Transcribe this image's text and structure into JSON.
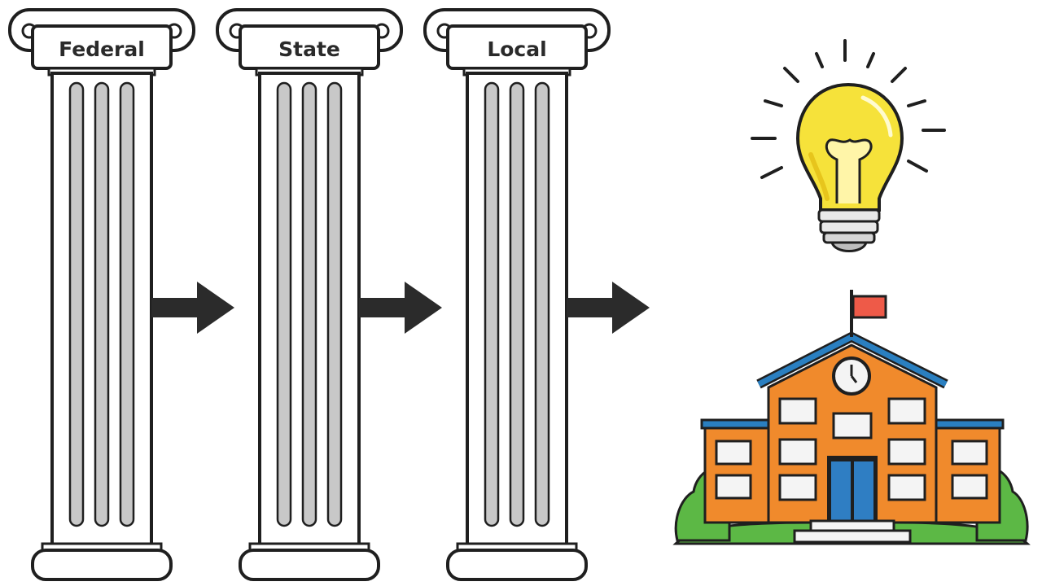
{
  "pillars": [
    {
      "label": "Federal"
    },
    {
      "label": "State"
    },
    {
      "label": "Local"
    }
  ],
  "icons": {
    "idea": "lightbulb-icon",
    "school": "school-building-icon",
    "flow": "arrow-right-icon"
  },
  "colors": {
    "outline": "#1f1f1f",
    "flute": "#c8c8c8",
    "bulb": "#f6e23a",
    "bulb_shade": "#e7c51c",
    "school_wall": "#f08a2c",
    "school_roof": "#2a7fc0",
    "door": "#2f7ec3",
    "flag": "#ee5a48",
    "bush": "#5cb845",
    "arrow": "#2b2b2b"
  }
}
